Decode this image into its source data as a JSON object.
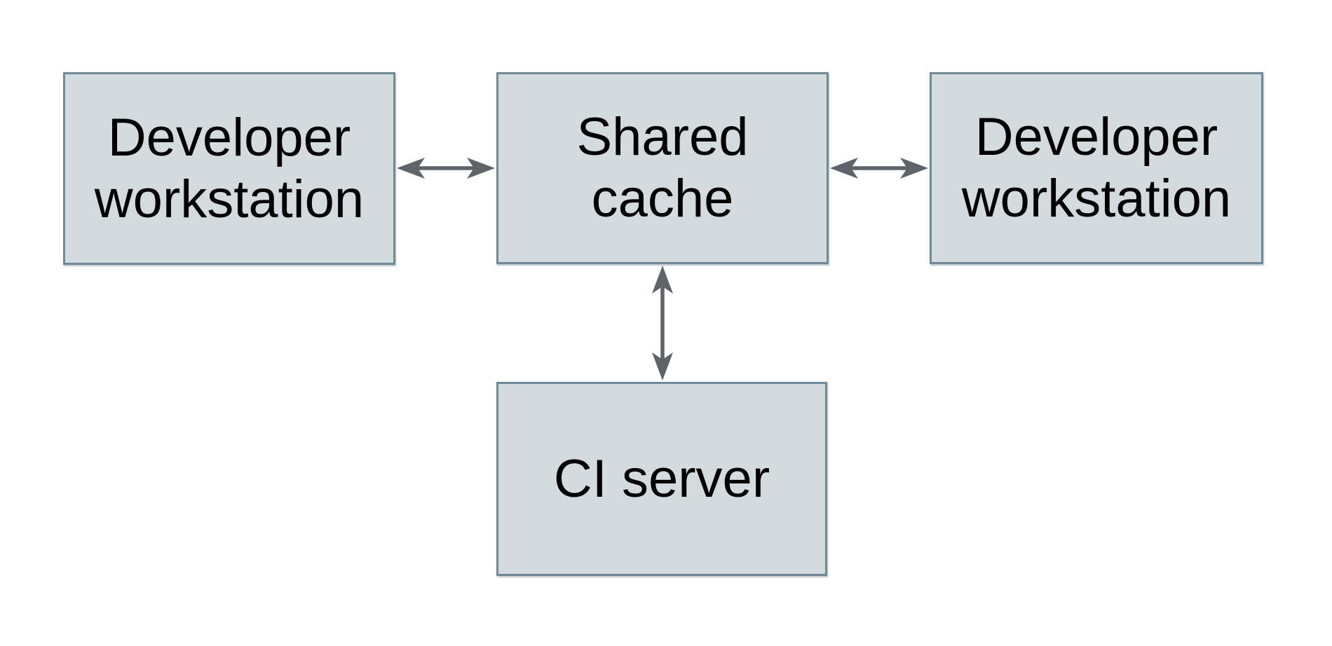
{
  "colors": {
    "background": "#ffffff",
    "node_fill": "#d3dbde",
    "node_border": "#6f8996",
    "arrow": "#5f6468",
    "text": "#000000"
  },
  "nodes": [
    {
      "id": "developer-workstation-left",
      "lines": [
        "Developer",
        "workstation"
      ]
    },
    {
      "id": "shared-cache",
      "lines": [
        "Shared",
        "cache"
      ]
    },
    {
      "id": "developer-workstation-right",
      "lines": [
        "Developer",
        "workstation"
      ]
    },
    {
      "id": "ci-server",
      "lines": [
        "CI server"
      ]
    }
  ],
  "connections": [
    {
      "from": "developer-workstation-left",
      "to": "shared-cache",
      "type": "bidirectional-arrow"
    },
    {
      "from": "shared-cache",
      "to": "developer-workstation-right",
      "type": "bidirectional-arrow"
    },
    {
      "from": "shared-cache",
      "to": "ci-server",
      "type": "bidirectional-arrow"
    }
  ]
}
